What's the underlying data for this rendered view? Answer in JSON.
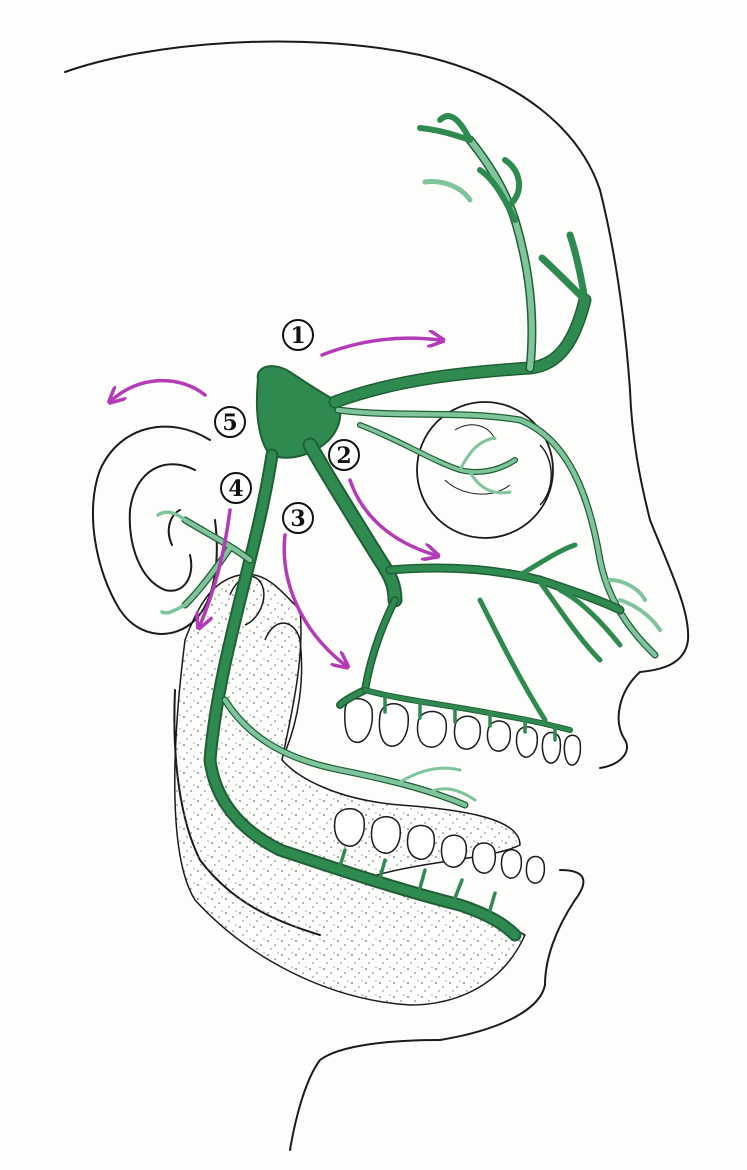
{
  "colors": {
    "outline": "#1a1a1a",
    "nerve_dark": "#2f8a4f",
    "nerve_light": "#7fc49a",
    "nerve_outline": "#1f5f36",
    "arrow": "#b43bb8",
    "bone_stipple": "#6b6b6b",
    "paper": "#fdfdfb"
  },
  "labels": {
    "n1": "1",
    "n2": "2",
    "n3": "3",
    "n4": "4",
    "n5": "5"
  }
}
